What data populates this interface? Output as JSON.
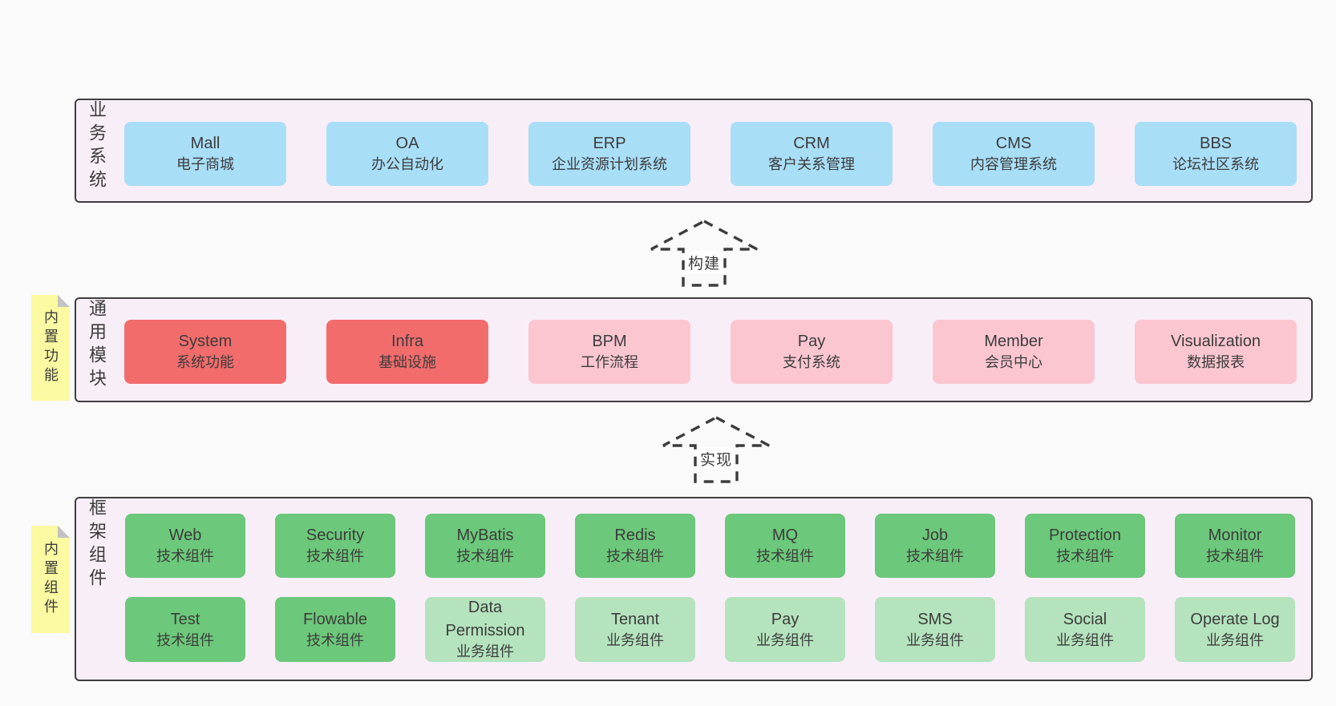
{
  "diagram": {
    "description": "layered architecture diagram",
    "colors": {
      "page_bg": "#fafafa",
      "layer_bg": "#f8eef8",
      "layer_border": "#3e3e3e",
      "blue": "#a9def7",
      "red": "#f26c6c",
      "pink": "#fbc6d0",
      "green": "#6cc87a",
      "lightgreen": "#b4e3bd",
      "sticky_yellow": "#fbf9a1",
      "sticky_fold": "#c2c2c2",
      "text": "#3c3c3c"
    }
  },
  "arrows": [
    {
      "label": "构建"
    },
    {
      "label": "实现"
    }
  ],
  "layers": [
    {
      "label": "业务系统",
      "boxes": [
        {
          "id": "mall",
          "title": "Mall",
          "subtitle": "电子商城",
          "color": "blue"
        },
        {
          "id": "oa",
          "title": "OA",
          "subtitle": "办公自动化",
          "color": "blue"
        },
        {
          "id": "erp",
          "title": "ERP",
          "subtitle": "企业资源计划系统",
          "color": "blue"
        },
        {
          "id": "crm",
          "title": "CRM",
          "subtitle": "客户关系管理",
          "color": "blue"
        },
        {
          "id": "cms",
          "title": "CMS",
          "subtitle": "内容管理系统",
          "color": "blue"
        },
        {
          "id": "bbs",
          "title": "BBS",
          "subtitle": "论坛社区系统",
          "color": "blue"
        }
      ]
    },
    {
      "label": "通用模块",
      "sticky": "内置功能",
      "boxes": [
        {
          "id": "system",
          "title": "System",
          "subtitle": "系统功能",
          "color": "red"
        },
        {
          "id": "infra",
          "title": "Infra",
          "subtitle": "基础设施",
          "color": "red"
        },
        {
          "id": "bpm",
          "title": "BPM",
          "subtitle": "工作流程",
          "color": "pink"
        },
        {
          "id": "pay-module",
          "title": "Pay",
          "subtitle": "支付系统",
          "color": "pink"
        },
        {
          "id": "member",
          "title": "Member",
          "subtitle": "会员中心",
          "color": "pink"
        },
        {
          "id": "visualization",
          "title": "Visualization",
          "subtitle": "数据报表",
          "color": "pink"
        }
      ]
    },
    {
      "label": "框架组件",
      "sticky": "内置组件",
      "rows": [
        [
          {
            "id": "web",
            "title": "Web",
            "subtitle": "技术组件",
            "color": "green"
          },
          {
            "id": "security",
            "title": "Security",
            "subtitle": "技术组件",
            "color": "green"
          },
          {
            "id": "mybatis",
            "title": "MyBatis",
            "subtitle": "技术组件",
            "color": "green"
          },
          {
            "id": "redis",
            "title": "Redis",
            "subtitle": "技术组件",
            "color": "green"
          },
          {
            "id": "mq",
            "title": "MQ",
            "subtitle": "技术组件",
            "color": "green"
          },
          {
            "id": "job",
            "title": "Job",
            "subtitle": "技术组件",
            "color": "green"
          },
          {
            "id": "protection",
            "title": "Protection",
            "subtitle": "技术组件",
            "color": "green"
          },
          {
            "id": "monitor",
            "title": "Monitor",
            "subtitle": "技术组件",
            "color": "green"
          }
        ],
        [
          {
            "id": "test",
            "title": "Test",
            "subtitle": "技术组件",
            "color": "green"
          },
          {
            "id": "flowable",
            "title": "Flowable",
            "subtitle": "技术组件",
            "color": "green"
          },
          {
            "id": "data-permission",
            "title": "Data Permission",
            "subtitle": "业务组件",
            "color": "lightgreen"
          },
          {
            "id": "tenant",
            "title": "Tenant",
            "subtitle": "业务组件",
            "color": "lightgreen"
          },
          {
            "id": "pay-component",
            "title": "Pay",
            "subtitle": "业务组件",
            "color": "lightgreen"
          },
          {
            "id": "sms",
            "title": "SMS",
            "subtitle": "业务组件",
            "color": "lightgreen"
          },
          {
            "id": "social",
            "title": "Social",
            "subtitle": "业务组件",
            "color": "lightgreen"
          },
          {
            "id": "operate-log",
            "title": "Operate Log",
            "subtitle": "业务组件",
            "color": "lightgreen"
          }
        ]
      ]
    }
  ]
}
